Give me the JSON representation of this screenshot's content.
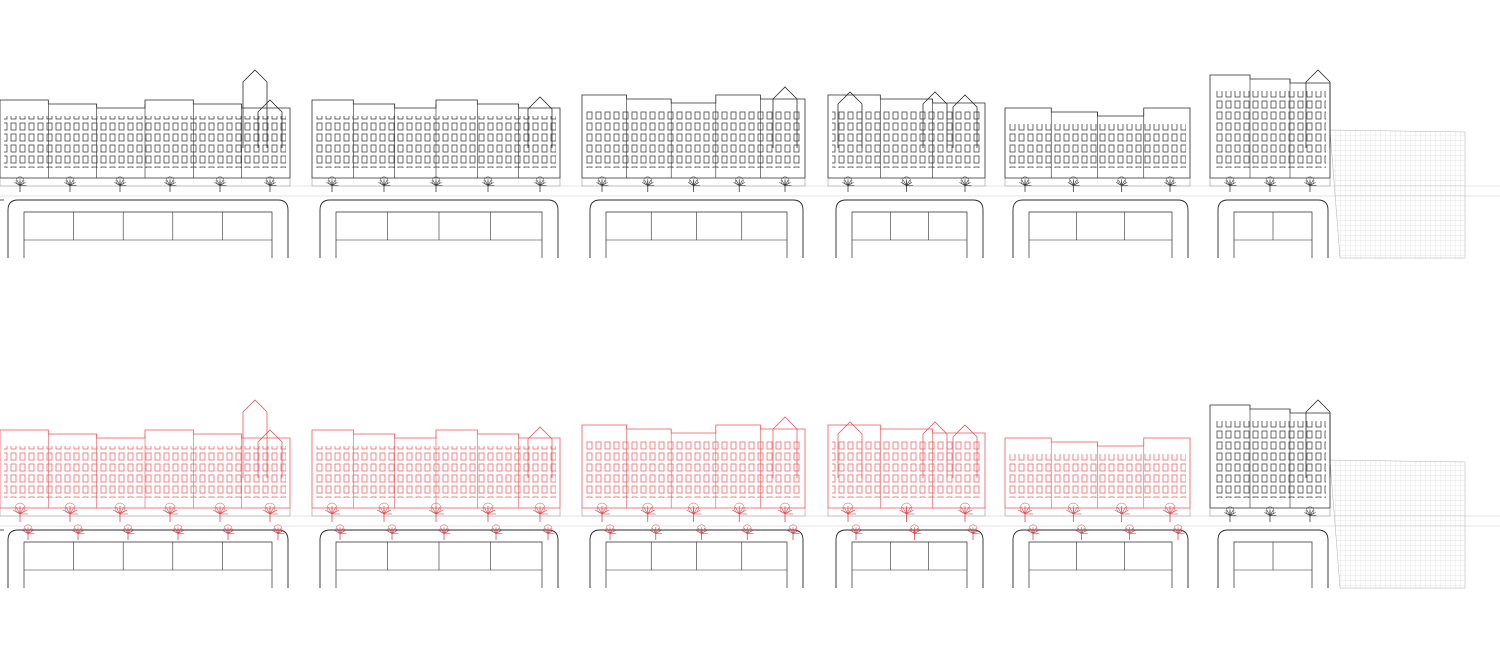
{
  "colors": {
    "background": "#ffffff",
    "existing_line": "#2b2b2b",
    "thin_line": "#9a9a9a",
    "hatch": "#c9c9c9",
    "proposal_line": "#e8585c",
    "tree": "#3a3a3a",
    "tree_proposal": "#d94a50"
  },
  "panels": [
    {
      "name": "existing-street-elevation",
      "highlight": "none"
    },
    {
      "name": "proposed-street-elevation",
      "highlight": "red"
    }
  ],
  "blocks": [
    {
      "id": "block-1",
      "proposal": true
    },
    {
      "id": "block-2",
      "proposal": true
    },
    {
      "id": "block-3",
      "proposal": true
    },
    {
      "id": "block-4",
      "proposal": true
    },
    {
      "id": "block-5",
      "proposal": true
    },
    {
      "id": "block-6",
      "proposal": false
    }
  ]
}
